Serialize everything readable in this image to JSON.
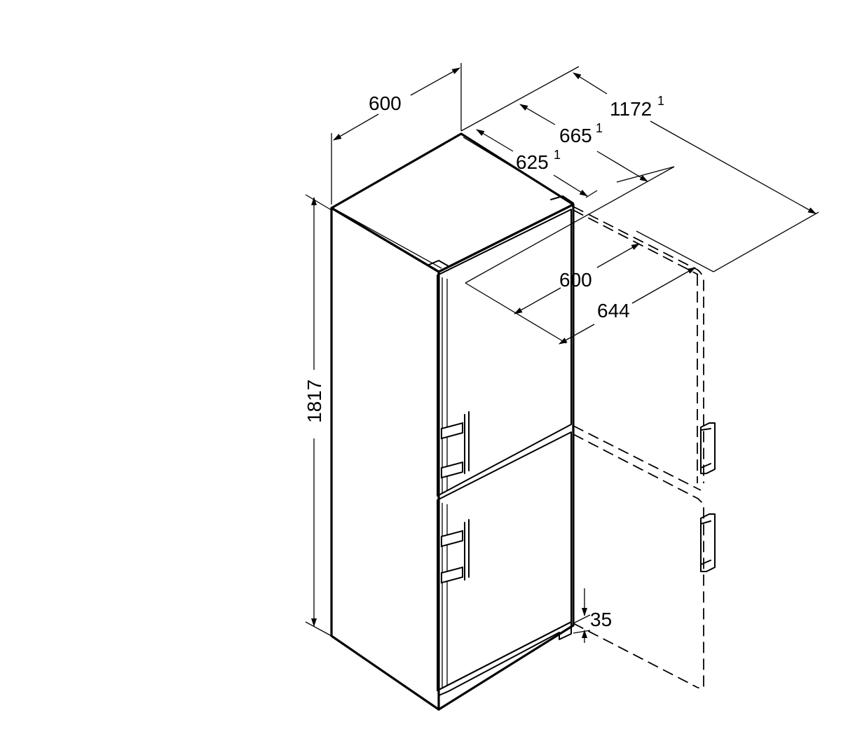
{
  "dimensions": {
    "width_top": "600",
    "depth_total": "1172",
    "depth_total_note": "1",
    "depth_665": "665",
    "depth_665_note": "1",
    "depth_625": "625",
    "depth_625_note": "1",
    "door_open_600": "600",
    "door_open_644": "644",
    "height": "1817",
    "plinth": "35"
  },
  "colors": {
    "line": "#000000",
    "background": "#ffffff"
  }
}
